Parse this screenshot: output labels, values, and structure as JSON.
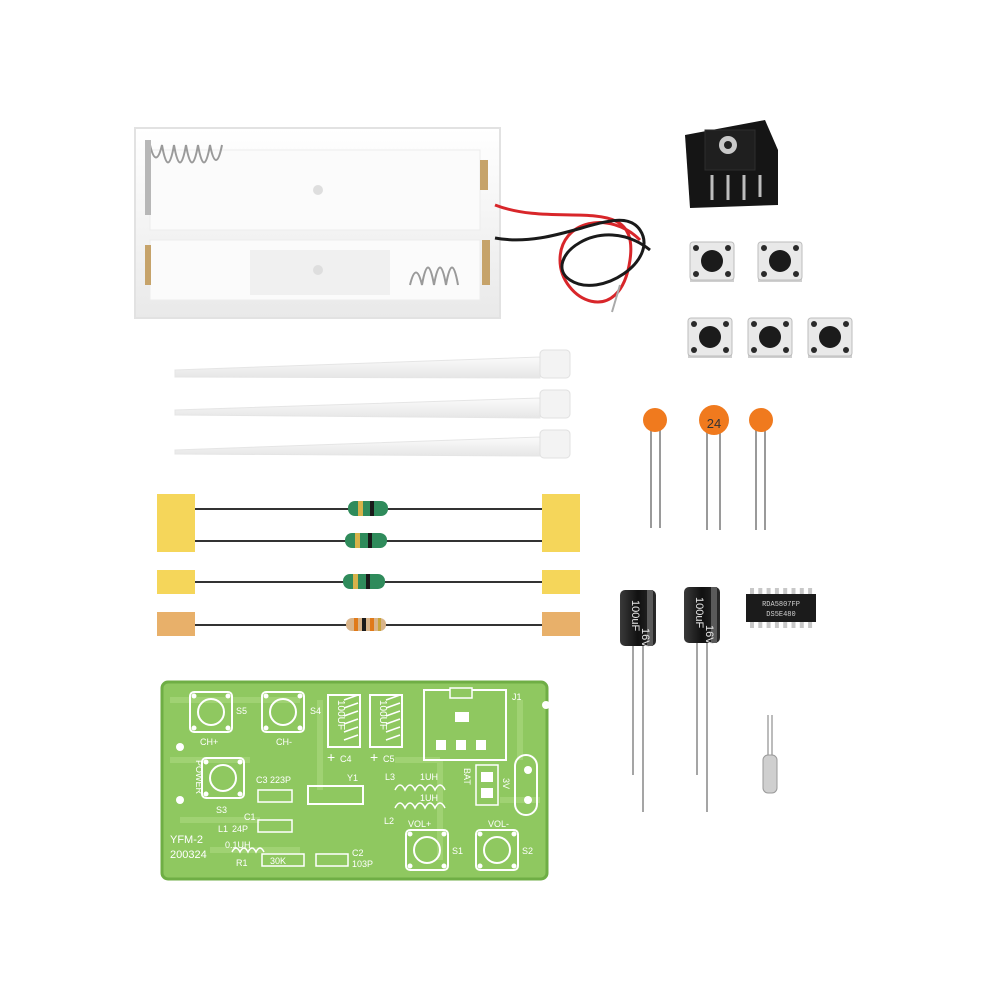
{
  "pcb": {
    "labels": {
      "s5": "S5",
      "s4": "S4",
      "ch_plus": "CH+",
      "ch_minus": "CH-",
      "power": "POWER",
      "s3": "S3",
      "c3": "C3 223P",
      "y1": "Y1",
      "l3": "L3",
      "l3_val": "1UH",
      "l2_val": "1UH",
      "l2": "L2",
      "c4_val": "100UF",
      "c4": "C4",
      "c5_val": "100UF",
      "c5": "C5",
      "j1": "J1",
      "bat": "BAT",
      "v3": "3V",
      "c1": "C1",
      "c1_val": "24P",
      "l1": "L1",
      "l1_val": "0.1UH",
      "model": "YFM-2",
      "date": "200324",
      "r1": "R1",
      "r1_val": "30K",
      "c2": "C2",
      "c2_val": "103P",
      "vol_plus": "VOL+",
      "vol_minus": "VOL-",
      "s1": "S1",
      "s2": "S2",
      "plus_a": "+",
      "plus_b": "+"
    }
  },
  "components": {
    "ceramic_cap_mark": "24",
    "electrolytic_a": {
      "value": "100uF",
      "voltage": "16V"
    },
    "electrolytic_b": {
      "value": "100uF",
      "voltage": "16V"
    },
    "chip_line1": "RDA5807FP",
    "chip_line2": "DS5E480"
  },
  "colors": {
    "pcb_green": "#8fc860",
    "pcb_border": "#6fae45",
    "holder_white": "#f6f6f6",
    "inductor_green": "#2f8b5b",
    "resistor_tan": "#d9b48a",
    "tape_yellow": "#f5d65a",
    "tape_orange": "#e8b06a",
    "ceramic_orange": "#f07a1e",
    "cap_black": "#1e1e1e",
    "wire_red": "#d8262a",
    "wire_black": "#1a1a1a"
  }
}
